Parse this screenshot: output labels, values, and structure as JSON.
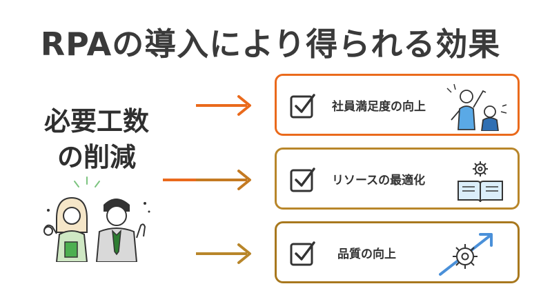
{
  "title": "RPAの導入により得られる効果",
  "left": {
    "line1": "必要工数",
    "line2": "の削減"
  },
  "effects": [
    {
      "label": "社員満足度の向上",
      "border_color": "#ea6a1c",
      "illustration": "celebrating-people-icon"
    },
    {
      "label": "リソースの最適化",
      "border_color": "#b8862a",
      "illustration": "book-gear-icon"
    },
    {
      "label": "品質の向上",
      "border_color": "#a8781e",
      "illustration": "gear-up-arrow-icon"
    }
  ],
  "colors": {
    "orange": "#ea6a1c",
    "olive": "#b8862a",
    "text": "#333333"
  }
}
